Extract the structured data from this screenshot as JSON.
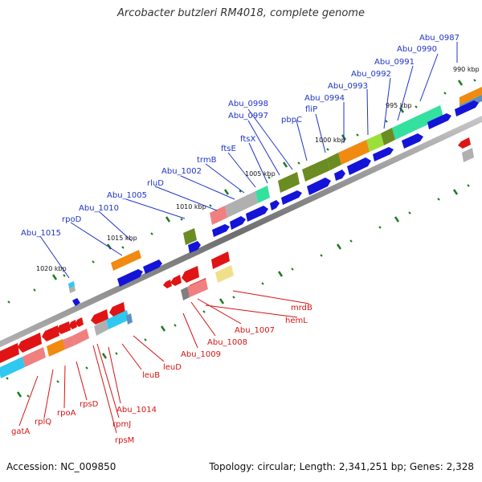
{
  "title": "Arcobacter butzleri RM4018, complete genome",
  "footer": {
    "accession": "Accession: NC_009850",
    "summary": "Topology: circular; Length: 2,341,251 bp; Genes: 2,328"
  },
  "kbp_labels": [
    "990 kbp",
    "995 kbp",
    "1000 kbp",
    "1005 kbp",
    "1010 kbp",
    "1015 kbp",
    "1020 kbp"
  ],
  "forward_gene_labels": [
    "Abu_0987",
    "Abu_0990",
    "Abu_0991",
    "Abu_0992",
    "Abu_0993",
    "Abu_0994",
    "fliP",
    "pbpC",
    "Abu_0998",
    "Abu_0997",
    "ftsX",
    "ftsE",
    "trmB",
    "Abu_1002",
    "rluD",
    "Abu_1005",
    "Abu_1010",
    "rpoD",
    "Abu_1015"
  ],
  "reverse_gene_labels": [
    "mrdB",
    "hemL",
    "Abu_1007",
    "Abu_1008",
    "Abu_1009",
    "leuD",
    "leuB",
    "Abu_1014",
    "rpmJ",
    "rpsM",
    "rpsD",
    "rpoA",
    "rplQ",
    "gatA"
  ],
  "colors": {
    "forward_gene": "#1414d8",
    "reverse_gene": "#e01414",
    "forward_label": "#1f34c8",
    "reverse_label": "#d41414",
    "backbone": "#808080",
    "tick": "#1e7a1e",
    "cog_teal": "#33e0a0",
    "cog_olive": "#6b8c22",
    "cog_orange": "#f08a10",
    "cog_lightgreen": "#9adf3a",
    "cog_grey": "#b0b0b0",
    "cog_pink": "#f08080",
    "cog_yellow": "#f0e08a",
    "cog_cyan": "#30c8f0",
    "cog_steelblue": "#5a90c0"
  }
}
